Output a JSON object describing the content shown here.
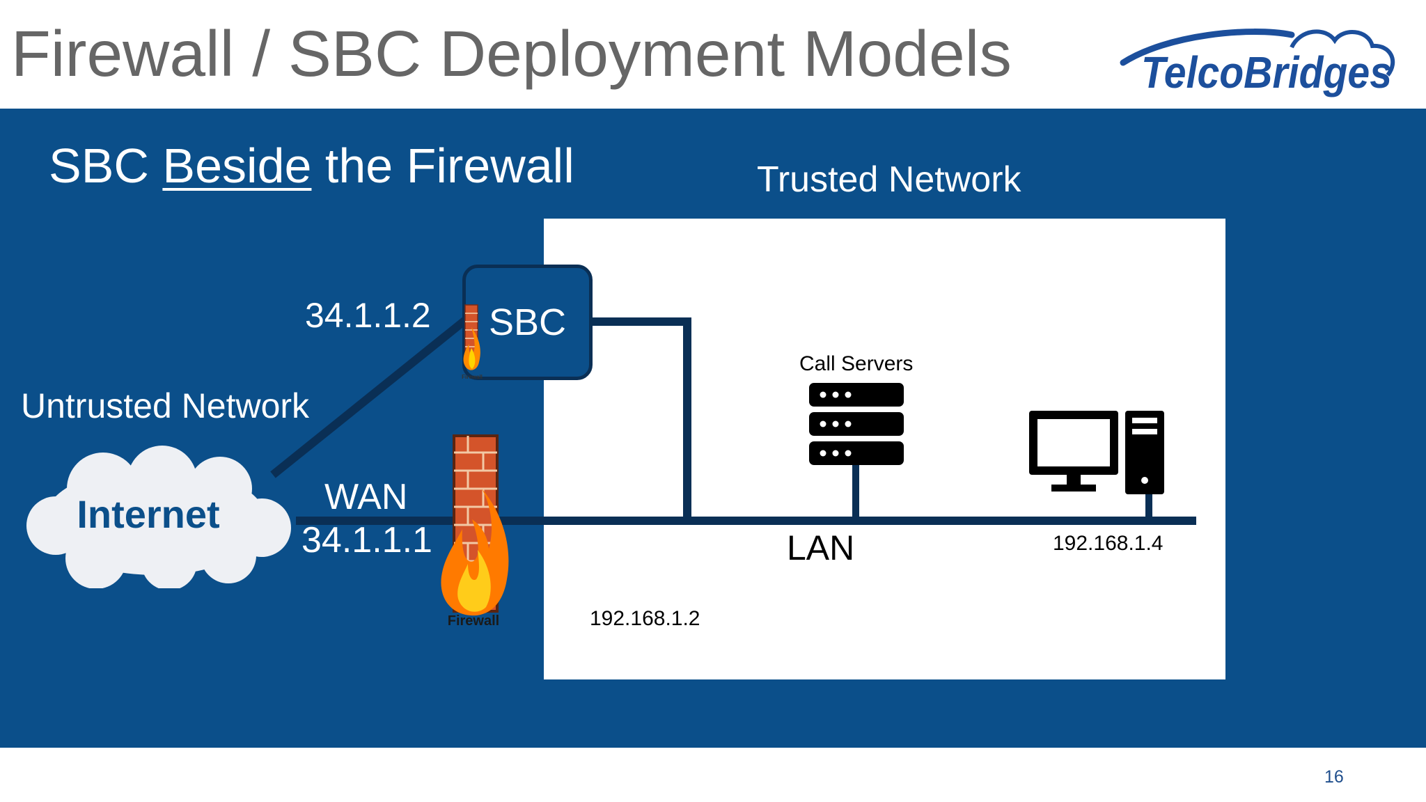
{
  "header": {
    "title": "Firewall / SBC Deployment Models",
    "logo_text": "TelcoBridges"
  },
  "slide": {
    "subtitle_pre": "SBC ",
    "subtitle_underlined": "Beside",
    "subtitle_post": " the Firewall",
    "page_number": "16"
  },
  "diagram": {
    "trusted_network_label": "Trusted Network",
    "untrusted_network_label": "Untrusted Network",
    "internet_label": "Internet",
    "sbc_label": "SBC",
    "sbc_ip": "34.1.1.2",
    "wan_label": "WAN",
    "wan_ip": "34.1.1.1",
    "firewall_label": "Firewall",
    "small_firewall_label": "Firewall",
    "lan_label": "LAN",
    "call_servers_label": "Call Servers",
    "lan_ip_sbc": "192.168.1.2",
    "workstation_ip": "192.168.1.4"
  },
  "colors": {
    "band_blue": "#0b4f8a",
    "line_navy": "#0a2f55",
    "logo_blue": "#1c4f9c"
  }
}
